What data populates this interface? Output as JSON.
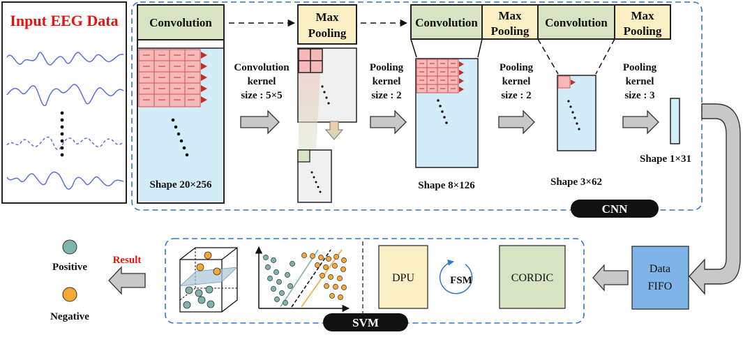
{
  "input": {
    "title": "Input EEG Data"
  },
  "layers": [
    {
      "header": "Convolution"
    },
    {
      "header_line1": "Max",
      "header_line2": "Pooling"
    },
    {
      "header": "Convolution"
    },
    {
      "header_line1": "Max",
      "header_line2": "Pooling"
    },
    {
      "header": "Convolution"
    },
    {
      "header_line1": "Max",
      "header_line2": "Pooling"
    }
  ],
  "params": [
    {
      "line1": "Convolution",
      "line2": "kernel",
      "line3": "size : 5×5"
    },
    {
      "line1": "Pooling",
      "line2": "kernel",
      "line3": "size : 2"
    },
    {
      "line1": "Pooling",
      "line2": "kernel",
      "line3": "size : 2"
    },
    {
      "line1": "Pooling",
      "line2": "kernel",
      "line3": "size : 3"
    }
  ],
  "shapes": [
    "Shape 20×256",
    "Shape 8×126",
    "Shape 3×62",
    "Shape 1×31"
  ],
  "cnn": {
    "badge": "CNN"
  },
  "svm": {
    "badge": "SVM",
    "dpu": "DPU",
    "fsm": "FSM",
    "cordic": "CORDIC"
  },
  "fifo": {
    "line1": "Data",
    "line2": "FIFO"
  },
  "result": {
    "label": "Result",
    "positive": "Positive",
    "negative": "Negative"
  },
  "colors": {
    "accent_red": "#e8120c",
    "dashed_blue": "#2f78c8",
    "header_green": "#d6e4c4",
    "header_tan": "#fbf0c5",
    "feature_blue": "#d2ecf8",
    "kernel_red": "#f6b8b8",
    "fifo_blue": "#7fb4e8",
    "cordic_green": "#d6e4c4",
    "positive_teal": "#7fb3ad",
    "negative_orange": "#f5a833",
    "arrow_gray": "#c8c8c8"
  }
}
